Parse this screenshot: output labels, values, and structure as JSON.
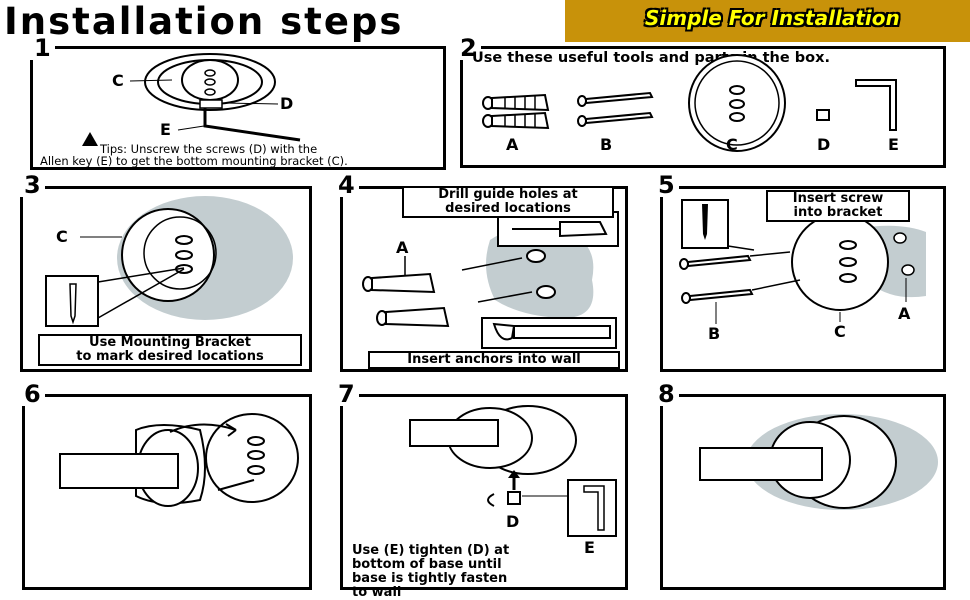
{
  "header": {
    "title": "Installation steps",
    "banner": "Simple For Installation"
  },
  "steps": {
    "s1": {
      "num": "1",
      "labels": {
        "c": "C",
        "d": "D",
        "e": "E"
      },
      "tip_line1": "Tips: Unscrew the screws (D) with the",
      "tip_line2": "Allen key (E) to get the bottom mounting bracket (C)."
    },
    "s2": {
      "num": "2",
      "text": "Use these useful tools and parts in the box.",
      "parts": [
        "A",
        "B",
        "C",
        "D",
        "E"
      ]
    },
    "s3": {
      "num": "3",
      "label_c": "C",
      "caption_line1": "Use Mounting Bracket",
      "caption_line2": "to mark desired locations"
    },
    "s4": {
      "num": "4",
      "label_a": "A",
      "caption_top_line1": "Drill guide holes at",
      "caption_top_line2": "desired locations",
      "caption_bottom": "Insert anchors into wall"
    },
    "s5": {
      "num": "5",
      "caption_line1": "Insert screw",
      "caption_line2": "into bracket",
      "labels": {
        "a": "A",
        "b": "B",
        "c": "C"
      }
    },
    "s6": {
      "num": "6"
    },
    "s7": {
      "num": "7",
      "label_d": "D",
      "label_e": "E",
      "caption_line1": "Use (E) tighten (D) at",
      "caption_line2": "bottom of base until",
      "caption_line3": "base is tightly fasten",
      "caption_line4": "to wall"
    },
    "s8": {
      "num": "8"
    }
  },
  "colors": {
    "banner": "#c8920a",
    "banner_text": "#ffff00",
    "wall": "#c3cdd0"
  }
}
